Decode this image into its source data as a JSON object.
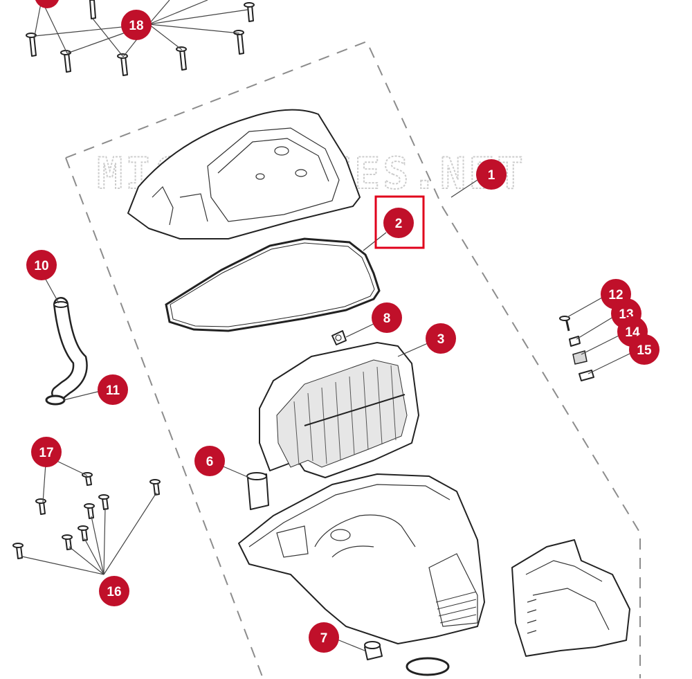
{
  "watermark": "MICROFICHES.NET",
  "colors": {
    "callout": "#c0102a",
    "highlight": "#e0001b",
    "line": "#222222"
  },
  "callouts": [
    "1",
    "2",
    "3",
    "6",
    "7",
    "8",
    "10",
    "11",
    "12",
    "13",
    "14",
    "15",
    "16",
    "17",
    "18"
  ],
  "highlighted_callout": "2"
}
